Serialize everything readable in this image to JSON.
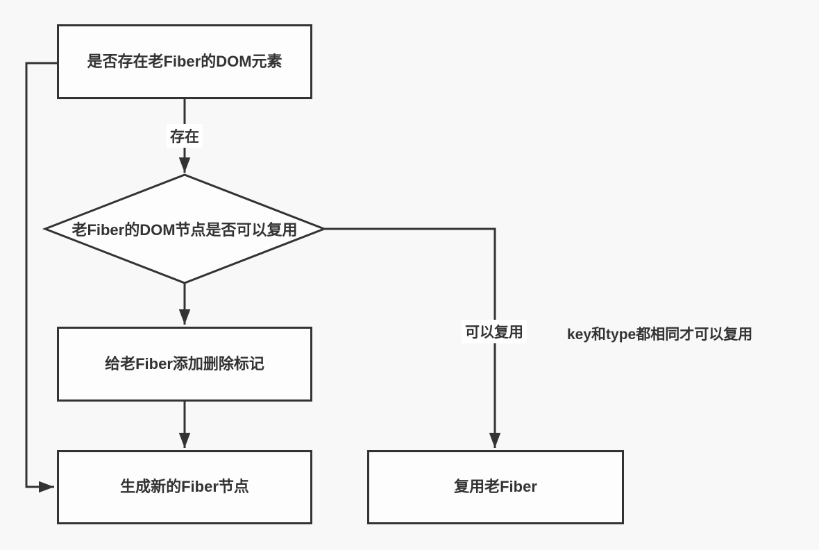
{
  "diagram": {
    "title": "fiber-reuse-flowchart",
    "colors": {
      "background": "#f8f8f8",
      "stroke": "#333333",
      "node_fill": "#fdfdfd",
      "text": "#333333",
      "label_background": "#ffffff"
    },
    "nodes": {
      "check_dom": {
        "label": "是否存在老Fiber的DOM元素",
        "shape": "rect"
      },
      "can_reuse": {
        "label": "老Fiber的DOM节点是否可以复用",
        "shape": "diamond"
      },
      "mark_delete": {
        "label": "给老Fiber添加删除标记",
        "shape": "rect"
      },
      "new_fiber": {
        "label": "生成新的Fiber节点",
        "shape": "rect"
      },
      "reuse_fiber": {
        "label": "复用老Fiber",
        "shape": "rect"
      }
    },
    "edge_labels": {
      "exists": "存在",
      "reusable": "可以复用"
    },
    "annotation": "key和type都相同才可以复用",
    "edges": [
      {
        "from": "check_dom",
        "to": "can_reuse",
        "label": "存在"
      },
      {
        "from": "can_reuse",
        "to": "mark_delete",
        "label": ""
      },
      {
        "from": "mark_delete",
        "to": "new_fiber",
        "label": ""
      },
      {
        "from": "can_reuse",
        "to": "reuse_fiber",
        "label": "可以复用"
      },
      {
        "from": "check_dom",
        "to": "new_fiber",
        "label": ""
      }
    ]
  }
}
